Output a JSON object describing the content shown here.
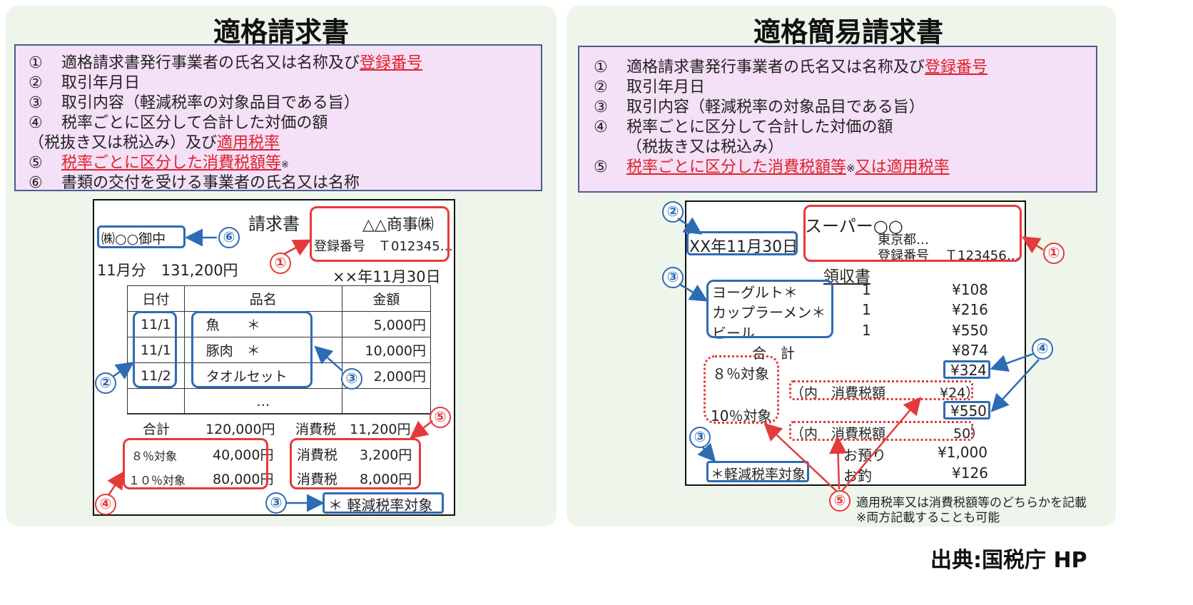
{
  "left": {
    "title": "適格請求書",
    "requirements": [
      {
        "num": "①",
        "text": "適格請求書発行事業者の氏名又は名称及び",
        "red": "登録番号"
      },
      {
        "num": "②",
        "text": "取引年月日"
      },
      {
        "num": "③",
        "text": "取引内容（軽減税率の対象品目である旨）"
      },
      {
        "num": "④",
        "text": "税率ごとに区分して合計した対価の額"
      },
      {
        "num": "",
        "text": "（税抜き又は税込み）及び",
        "red": "適用税率"
      },
      {
        "num": "⑤",
        "red": "税率ごとに区分した消費税額等",
        "note": "※"
      },
      {
        "num": "⑥",
        "text": "書類の交付を受ける事業者の氏名又は名称"
      }
    ],
    "invoice": {
      "doc_title": "請求書",
      "seller": "△△商事㈱",
      "reg_label": "登録番号",
      "reg_no": "Ｔ012345…",
      "customer": "㈱○○御中",
      "month_total": "11月分　131,200円",
      "date": "××年11月30日",
      "headers": [
        "日付",
        "品名",
        "金額"
      ],
      "rows": [
        {
          "date": "11/1",
          "item": "魚　　＊",
          "amount": "5,000円"
        },
        {
          "date": "11/1",
          "item": "豚肉　＊",
          "amount": "10,000円"
        },
        {
          "date": "11/2",
          "item": "タオルセット",
          "amount": "2,000円"
        },
        {
          "date": "",
          "item": "…",
          "amount": ""
        }
      ],
      "total_label": "合計",
      "total": "120,000円",
      "tax_label": "消費税",
      "tax": "11,200円",
      "rate8_label": "８％対象",
      "rate8": "40,000円",
      "rate10_label": "１０％対象",
      "rate10": "80,000円",
      "tax8_label": "消費税",
      "tax8": "3,200円",
      "tax10_label": "消費税",
      "tax10": "8,000円",
      "reduced_note": "＊ 軽減税率対象"
    },
    "callouts": {
      "c1": "①",
      "c2": "②",
      "c3a": "③",
      "c3b": "③",
      "c4": "④",
      "c5": "⑤",
      "c6": "⑥"
    }
  },
  "right": {
    "title": "適格簡易請求書",
    "requirements": [
      {
        "num": "①",
        "text": "適格請求書発行事業者の氏名又は名称及び",
        "red": "登録番号"
      },
      {
        "num": "②",
        "text": "取引年月日"
      },
      {
        "num": "③",
        "text": "取引内容（軽減税率の対象品目である旨）"
      },
      {
        "num": "④",
        "text": "税率ごとに区分して合計した対価の額"
      },
      {
        "num": "",
        "text": "（税抜き又は税込み）"
      },
      {
        "num": "⑤",
        "red": "税率ごとに区分した消費税額等",
        "note": "※",
        "red2": "又は適用税率"
      }
    ],
    "receipt": {
      "store": "スーパー○○",
      "address": "東京都…",
      "reg_label": "登録番号",
      "reg_no": "Ｔ123456…",
      "date": "XX年11月30日",
      "doc_title": "領収書",
      "items": [
        {
          "name": "ヨーグルト＊",
          "qty": "1",
          "price": "¥108"
        },
        {
          "name": "カップラーメン＊",
          "qty": "1",
          "price": "¥216"
        },
        {
          "name": "ビール",
          "qty": "1",
          "price": "¥550"
        }
      ],
      "total_label": "合　計",
      "total": "¥874",
      "rate8_label": "８％対象",
      "rate8": "¥324",
      "tax8": "（内　消費税額　　　　¥24）",
      "rate10_label": "10％対象",
      "rate10": "¥550",
      "tax10": "（内　消費税額　　　　　50）",
      "deposit_label": "お預り",
      "deposit": "¥1,000",
      "change_label": "お釣",
      "change": "¥126",
      "reduced_note": "＊軽減税率対象"
    },
    "callouts": {
      "c1": "①",
      "c2": "②",
      "c3a": "③",
      "c3b": "③",
      "c4": "④",
      "c5": "⑤"
    },
    "note1": "適用税率又は消費税額等のどちらかを記載",
    "note2": "※両方記載することも可能"
  },
  "source": "出典:国税庁 HP"
}
